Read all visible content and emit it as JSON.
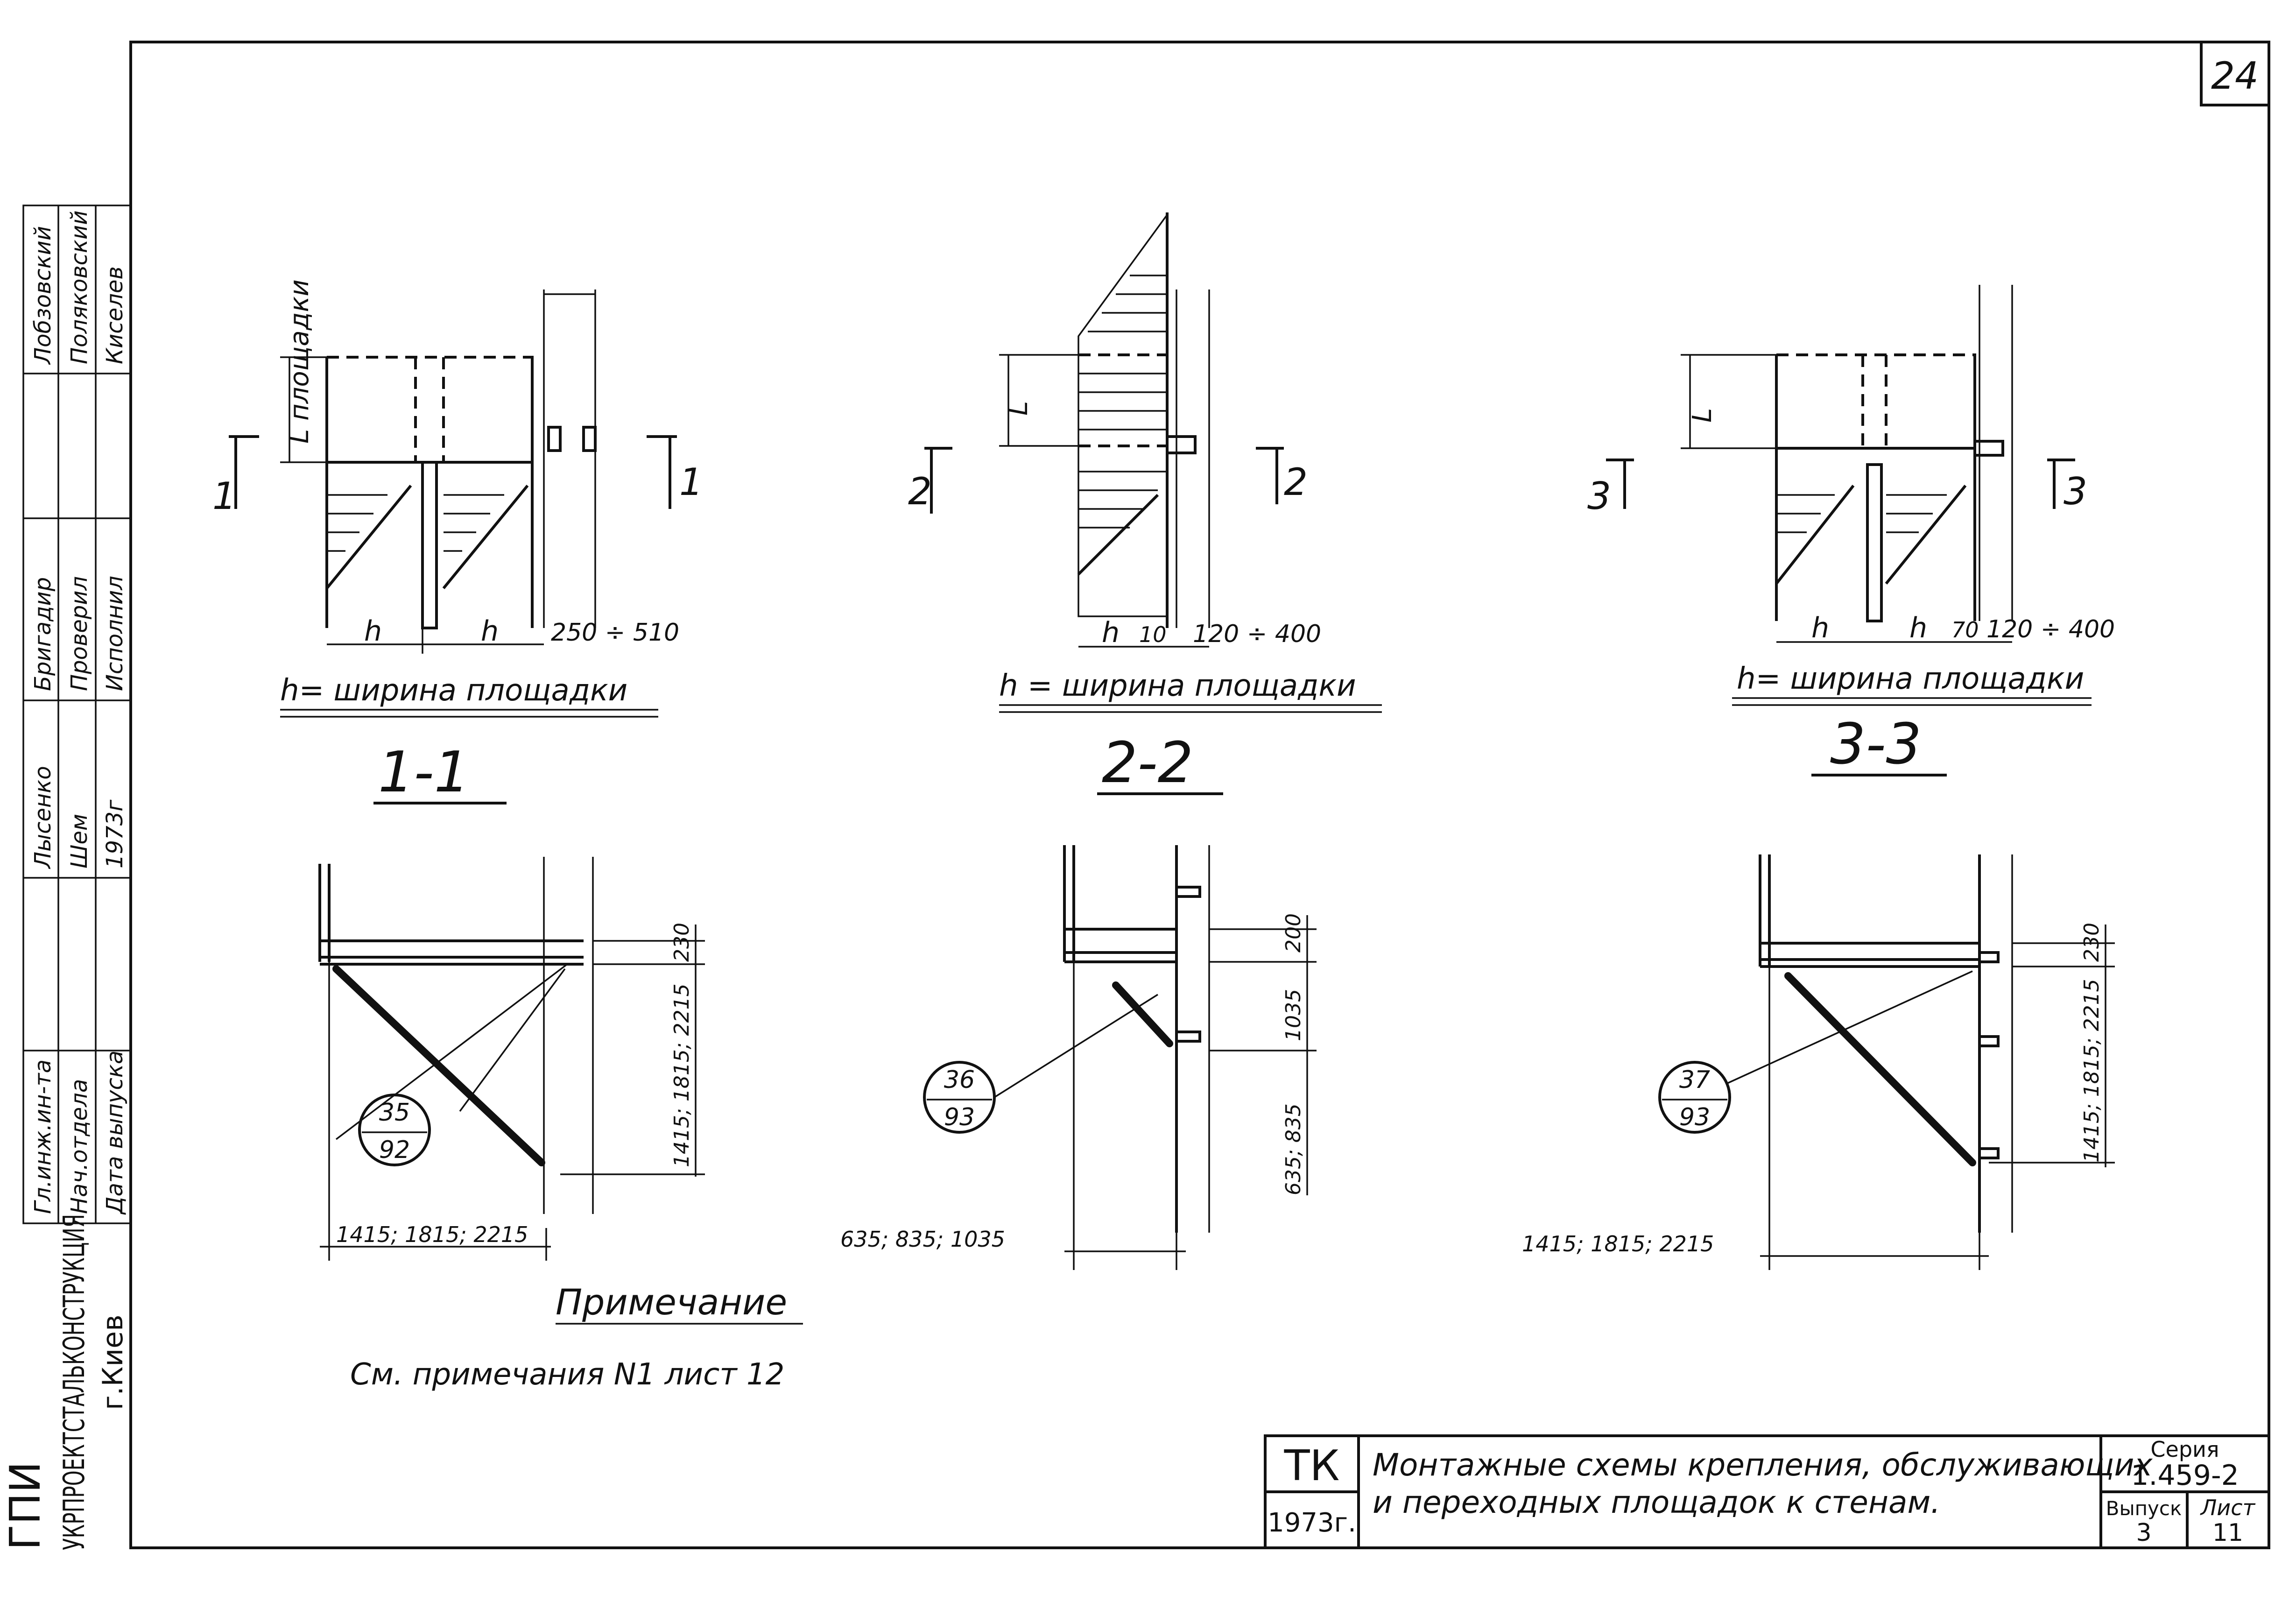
{
  "sheet_number": "24",
  "left_stamp": {
    "rows": [
      {
        "role": "Гл.инж.ин-та",
        "name": "",
        "sign": "",
        "role2": "Лысенко",
        "role3": "Бригадир",
        "name3": "Лобзовский"
      },
      {
        "role": "Нач.отдела",
        "name": "",
        "sign": "",
        "role2": "Шем",
        "role3": "Проверил",
        "name3": "Поляковский"
      },
      {
        "role": "Дата выпуска",
        "name": "",
        "sign": "",
        "role2": "1973г",
        "role3": "Исполнил",
        "name3": "Киселев"
      }
    ],
    "org_line1": "ГПИ",
    "org_line2": "УКРПРОЕКТСТАЛЬКОНСТРУКЦИЯ",
    "org_line3": "г.Киев"
  },
  "views": [
    {
      "section_mark": "1",
      "l_label": "L площадки",
      "h_label1": "h",
      "h_label2": "h",
      "gap_label": "250 ÷ 510",
      "width_note": "h= ширина площадки",
      "title": "1-1",
      "callout_top": "35",
      "callout_bottom": "92",
      "dim_horizontal": "1415; 1815; 2215",
      "dim_top": "230",
      "dim_vertical": "1415; 1815; 2215"
    },
    {
      "section_mark": "2",
      "l_label": "L",
      "h_label1": "h",
      "gap_label": "10",
      "gap_label2": "120 ÷ 400",
      "width_note": "h = ширина площадки",
      "title": "2-2",
      "callout_top": "36",
      "callout_bottom": "93",
      "dim_horizontal": "635; 835; 1035",
      "dim_top": "200",
      "dim_mid": "1035",
      "dim_vertical": "635; 835"
    },
    {
      "section_mark": "3",
      "l_label": "L",
      "h_label1": "h",
      "h_label2": "h",
      "gap_label": "70",
      "gap_label2": "120 ÷ 400",
      "width_note": "h= ширина площадки",
      "title": "3-3",
      "callout_top": "37",
      "callout_bottom": "93",
      "dim_horizontal": "1415; 1815; 2215",
      "dim_top": "230",
      "dim_vertical": "1415; 1815; 2215"
    }
  ],
  "note_title": "Примечание",
  "note_text": "См. примечания N1 лист 12",
  "title_block": {
    "tk": "ТК",
    "year": "1973г.",
    "description_line1": "Монтажные схемы крепления, обслуживающих",
    "description_line2": "и переходных площадок к стенам.",
    "series_label": "Серия",
    "series_value": "1.459-2",
    "issue_label": "Выпуск",
    "issue_value": "3",
    "sheet_label": "Лист",
    "sheet_value": "11"
  }
}
